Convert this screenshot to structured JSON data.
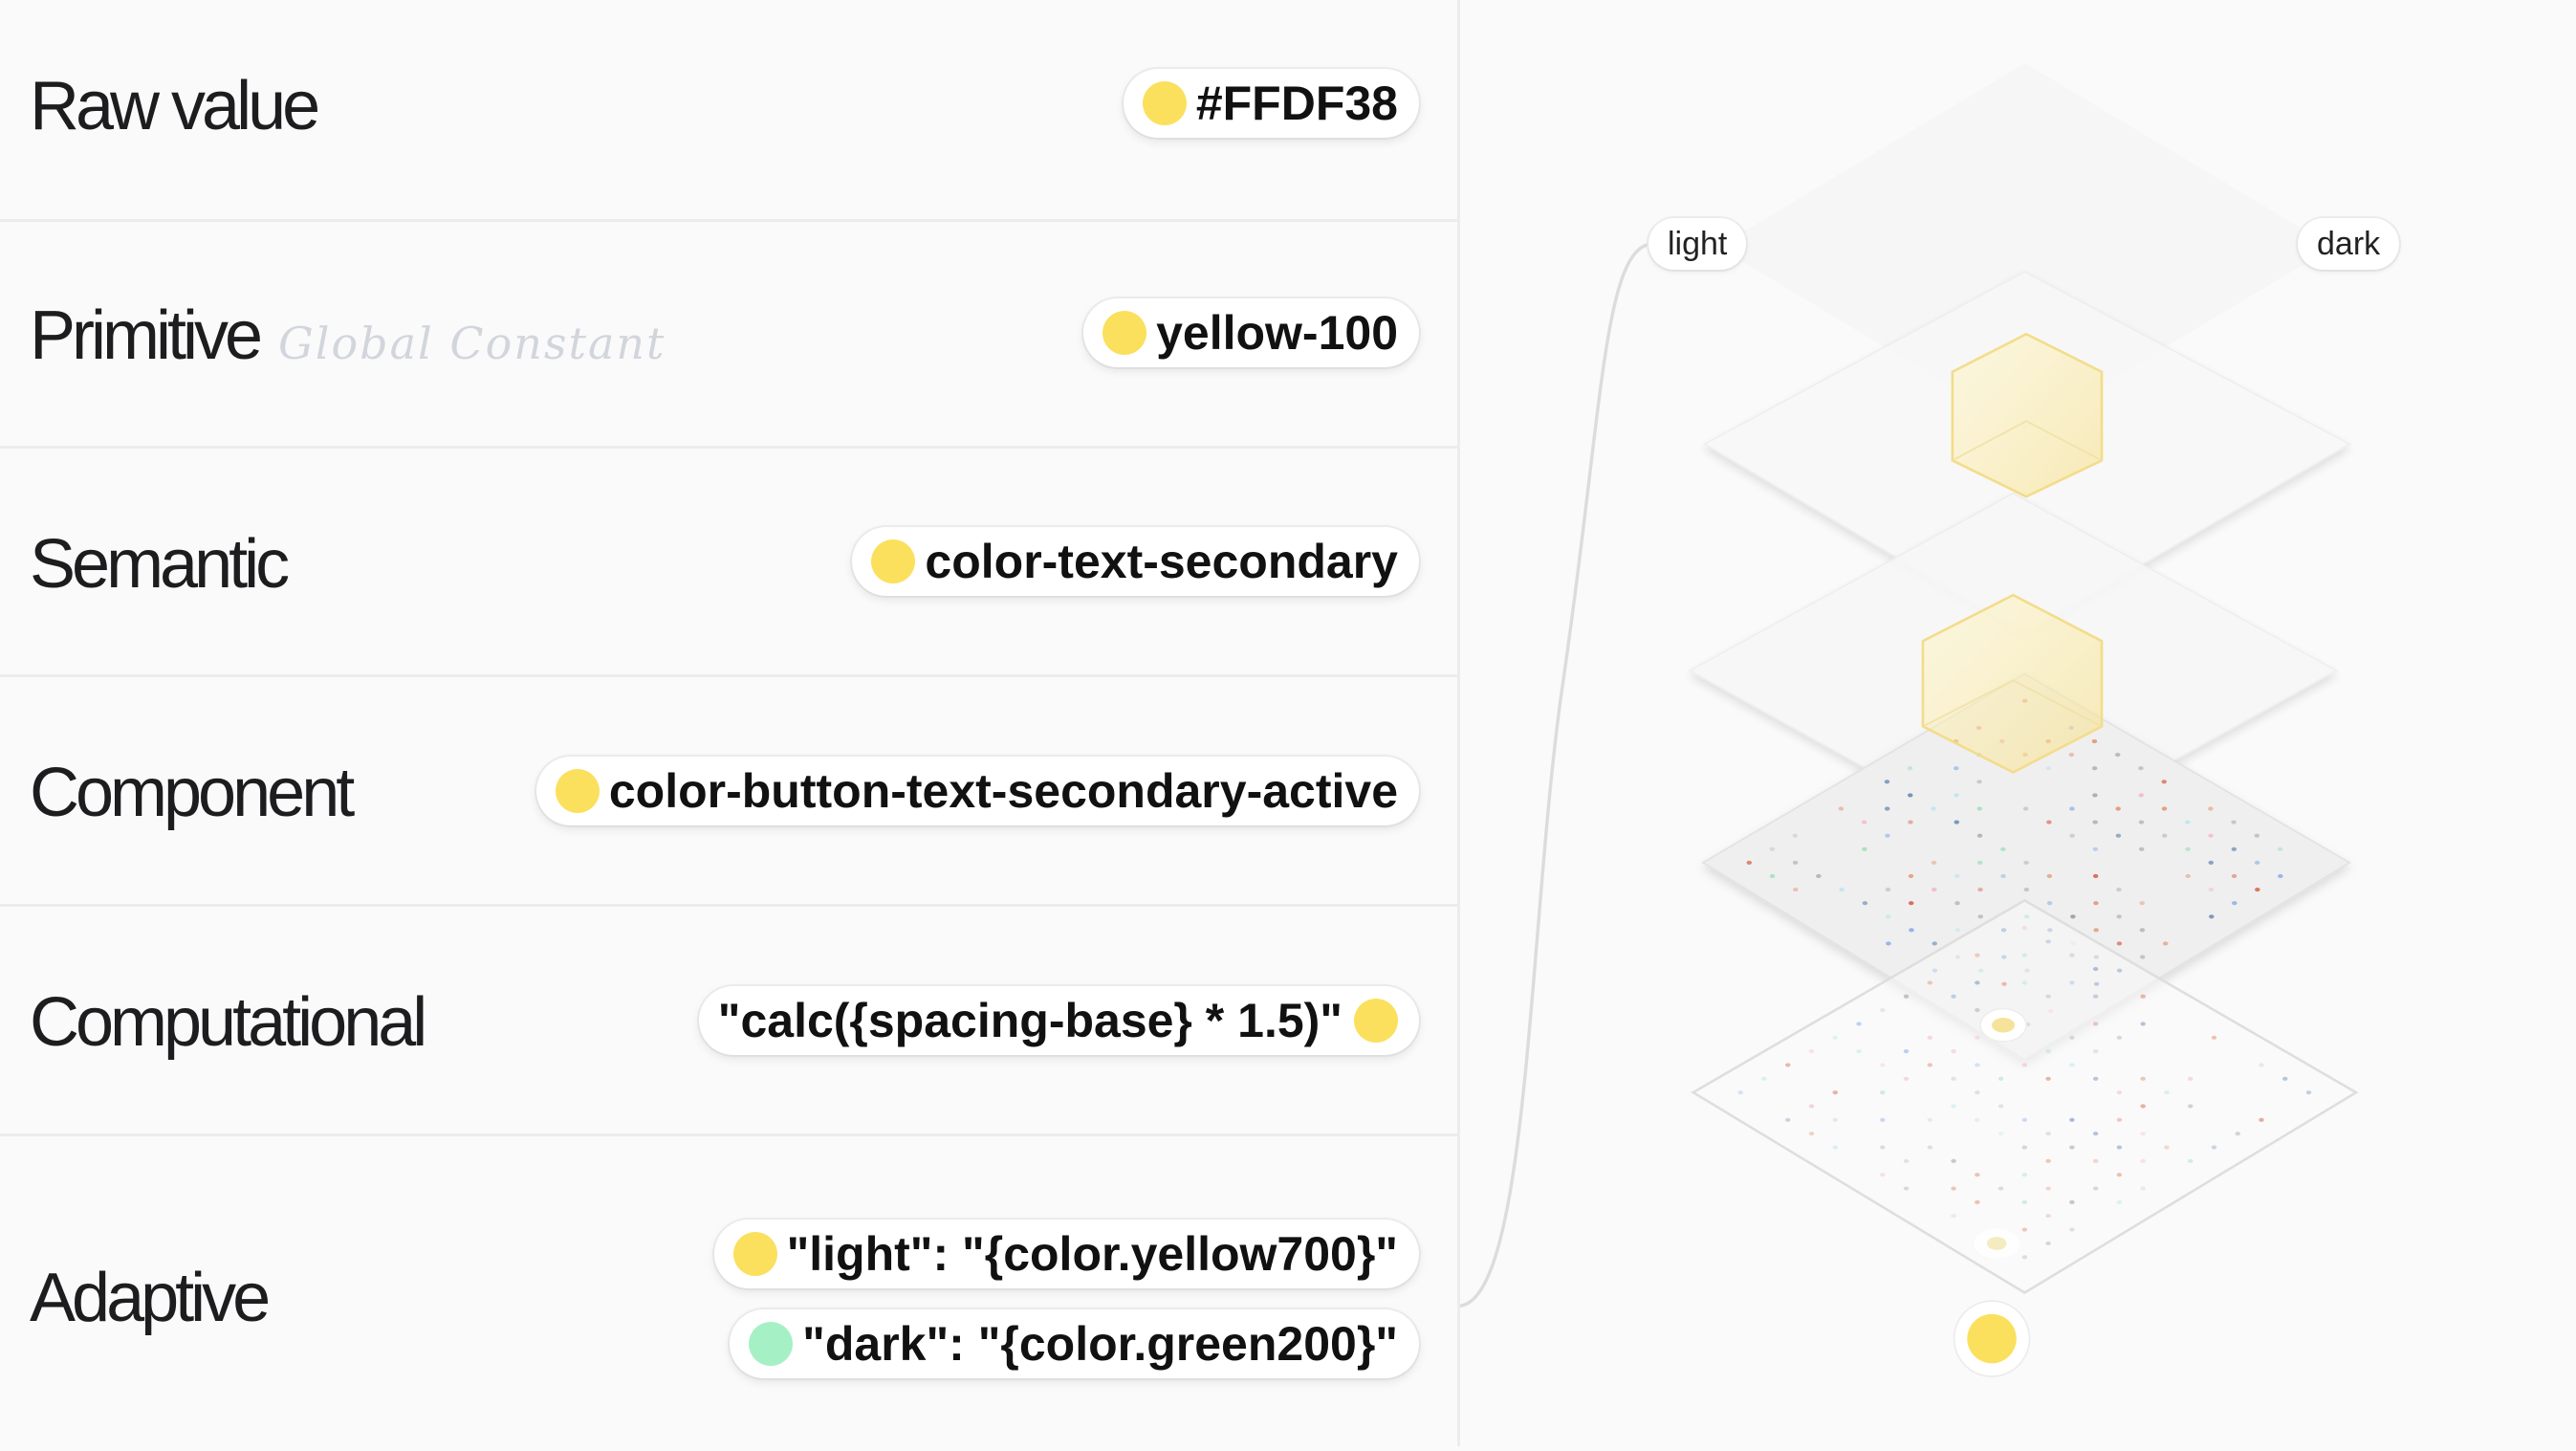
{
  "rows": [
    {
      "label": "Raw value",
      "value": "#FFDF38",
      "color": "#FBE05E"
    },
    {
      "label": "Primitive",
      "note": "Global Constant",
      "value": "yellow-100",
      "color": "#FBE05E"
    },
    {
      "label": "Semantic",
      "value": "color-text-secondary",
      "color": "#FBE05E"
    },
    {
      "label": "Component",
      "value": "color-button-text-secondary-active",
      "color": "#FBE05E"
    },
    {
      "label": "Computational",
      "value": "\"calc({spacing-base} * 1.5)\"",
      "color": "#FBE05E"
    },
    {
      "label": "Adaptive",
      "light_value": "\"light\": \"{color.yellow700}\"",
      "light_color": "#FBE05E",
      "dark_value": "\"dark\": \"{color.green200}\"",
      "dark_color": "#A6F0C6"
    }
  ],
  "diagram": {
    "light_label": "light",
    "dark_label": "dark",
    "token_color": "#FBE05E"
  }
}
